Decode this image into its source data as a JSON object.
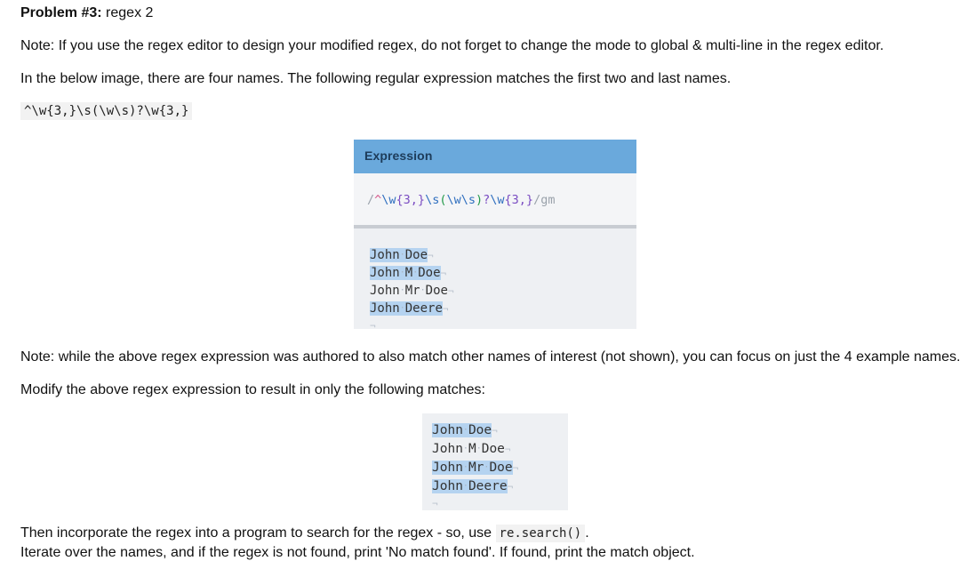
{
  "problem": {
    "label": "Problem #3:",
    "title": "regex 2"
  },
  "note1": "Note: If you use the regex editor to design your modified regex, do not forget to change the mode to global & multi-line in the regex editor.",
  "intro": "In the below image, there are four names. The following regular expression matches the first two and last names.",
  "regex_code": "^\\w{3,}\\s(\\w\\s)?\\w{3,}",
  "editor": {
    "header": "Expression",
    "expression_parts": [
      "/",
      "^",
      "\\w",
      "{3,}",
      "\\s",
      "(",
      "\\w",
      "\\s",
      ")",
      "?",
      "\\w",
      "{3,}",
      "/",
      "gm"
    ],
    "lines": [
      {
        "text": "John·Doe",
        "matched": true
      },
      {
        "text": "John·M·Doe",
        "matched": true
      },
      {
        "text": "John·Mr·Doe",
        "matched": false
      },
      {
        "text": "John·Deere",
        "matched": true
      }
    ],
    "eol_symbol": "¬"
  },
  "note2": "Note: while the above regex expression was authored to also match other names of interest (not shown), you can focus on just the 4 example names.",
  "modify_instruction": "Modify the above regex expression to result in only the following matches:",
  "desired_matches": [
    {
      "text": "John·Doe",
      "matched": true
    },
    {
      "text": "John·M·Doe",
      "matched": false
    },
    {
      "text": "John·Mr·Doe",
      "matched": true
    },
    {
      "text": "John·Deere",
      "matched": true
    }
  ],
  "final": {
    "line1_prefix": "Then incorporate the regex into a program to search for the regex - so, use ",
    "line1_code": "re.search()",
    "line1_suffix": ".",
    "line2": "Iterate over the names, and if the regex is not found, print 'No match found'. If found, print the match object."
  }
}
